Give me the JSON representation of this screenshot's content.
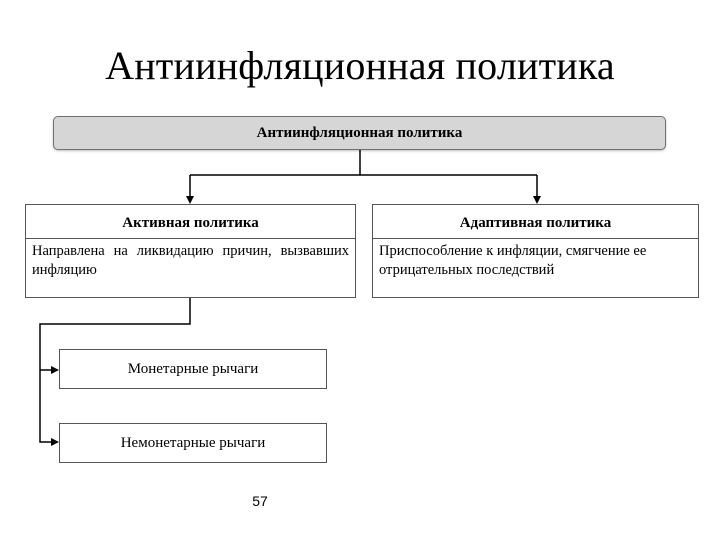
{
  "slide": {
    "title": "Антиинфляционная политика",
    "page_number": "57"
  },
  "diagram": {
    "root": "Антиинфляционная политика",
    "branches": [
      {
        "heading": "Активная политика",
        "description": "Направлена на ликвидацию причин, вызвавших инфляцию"
      },
      {
        "heading": "Адаптивная политика",
        "description": "Приспособление к инфляции, смягчение ее отрицательных последствий"
      }
    ],
    "levers": [
      "Монетарные рычаги",
      "Немонетарные рычаги"
    ]
  }
}
